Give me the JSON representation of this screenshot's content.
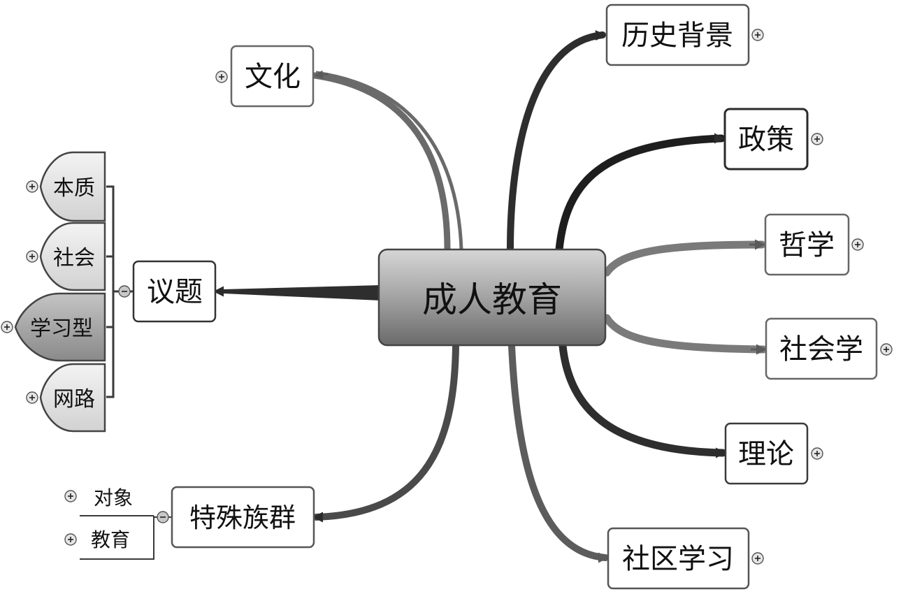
{
  "root": {
    "label": "成人教育"
  },
  "right_topics": [
    {
      "label": "历史背景"
    },
    {
      "label": "政策"
    },
    {
      "label": "哲学"
    },
    {
      "label": "社会学"
    },
    {
      "label": "理论"
    },
    {
      "label": "社区学习"
    }
  ],
  "left_topics": {
    "culture": {
      "label": "文化"
    },
    "issues": {
      "label": "议题",
      "children": [
        {
          "label": "本质"
        },
        {
          "label": "社会"
        },
        {
          "label": "学习型"
        },
        {
          "label": "网路"
        }
      ]
    },
    "special_groups": {
      "label": "特殊族群",
      "children": [
        {
          "label": "对象"
        },
        {
          "label": "教育"
        }
      ]
    }
  },
  "colors": {
    "root_fill_top": "#d4d4d4",
    "root_fill_bottom": "#6e6e6e",
    "branch_dark": "#2b2b2b",
    "branch_mid": "#5a5a5a",
    "branch_light": "#7a7a7a",
    "node_border": "#555555",
    "shield_fill": "#e2e2e2",
    "shield_fill_selected": "#a8a8a8"
  },
  "icons": {
    "expand": "plus-circle-icon",
    "collapse": "minus-circle-icon"
  }
}
